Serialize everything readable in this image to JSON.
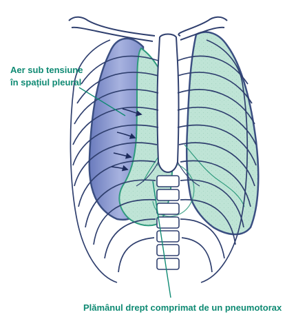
{
  "labels": {
    "air_line1": "Aer sub tensiune",
    "air_line2": "în spațiul pleural",
    "lung": "Plămânul drept comprimat de un pneumotorax"
  },
  "colors": {
    "bone_stroke": "#3b4f82",
    "air_fill": "#6f7fc0",
    "air_fill_light": "#a9b4e0",
    "lung_fill": "#b9e1d3",
    "lung_stroke": "#2e9a7d",
    "label_color": "#0f8a73"
  },
  "icons": {
    "pointer": "leader-line",
    "air_flow": "arrow-icon"
  }
}
